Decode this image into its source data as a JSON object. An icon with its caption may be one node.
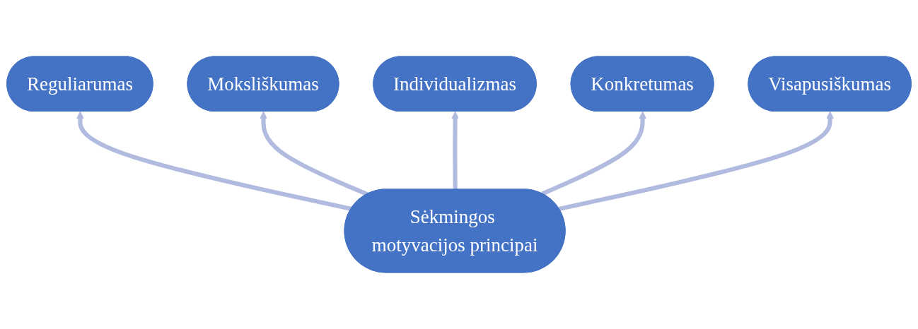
{
  "diagram": {
    "nodes": [
      {
        "text": [
          "Individualizmas"
        ]
      },
      {
        "text": [
          "Moksliškumas"
        ]
      },
      {
        "text": [
          "Konkretumas"
        ]
      },
      {
        "text": [
          "Sėkmingos motyvacijos principai"
        ]
      },
      {
        "text": [
          "Reguliarumas"
        ]
      },
      {
        "text": [
          "Visapusiškumas"
        ]
      }
    ],
    "edges": [
      {
        "from": 3,
        "to": 4,
        "arrow": "to"
      },
      {
        "from": 3,
        "to": 1,
        "arrow": "to"
      },
      {
        "from": 3,
        "to": 0,
        "arrow": "to"
      },
      {
        "from": 3,
        "to": 2,
        "arrow": "to"
      },
      {
        "from": 3,
        "to": 5,
        "arrow": "to"
      }
    ]
  }
}
